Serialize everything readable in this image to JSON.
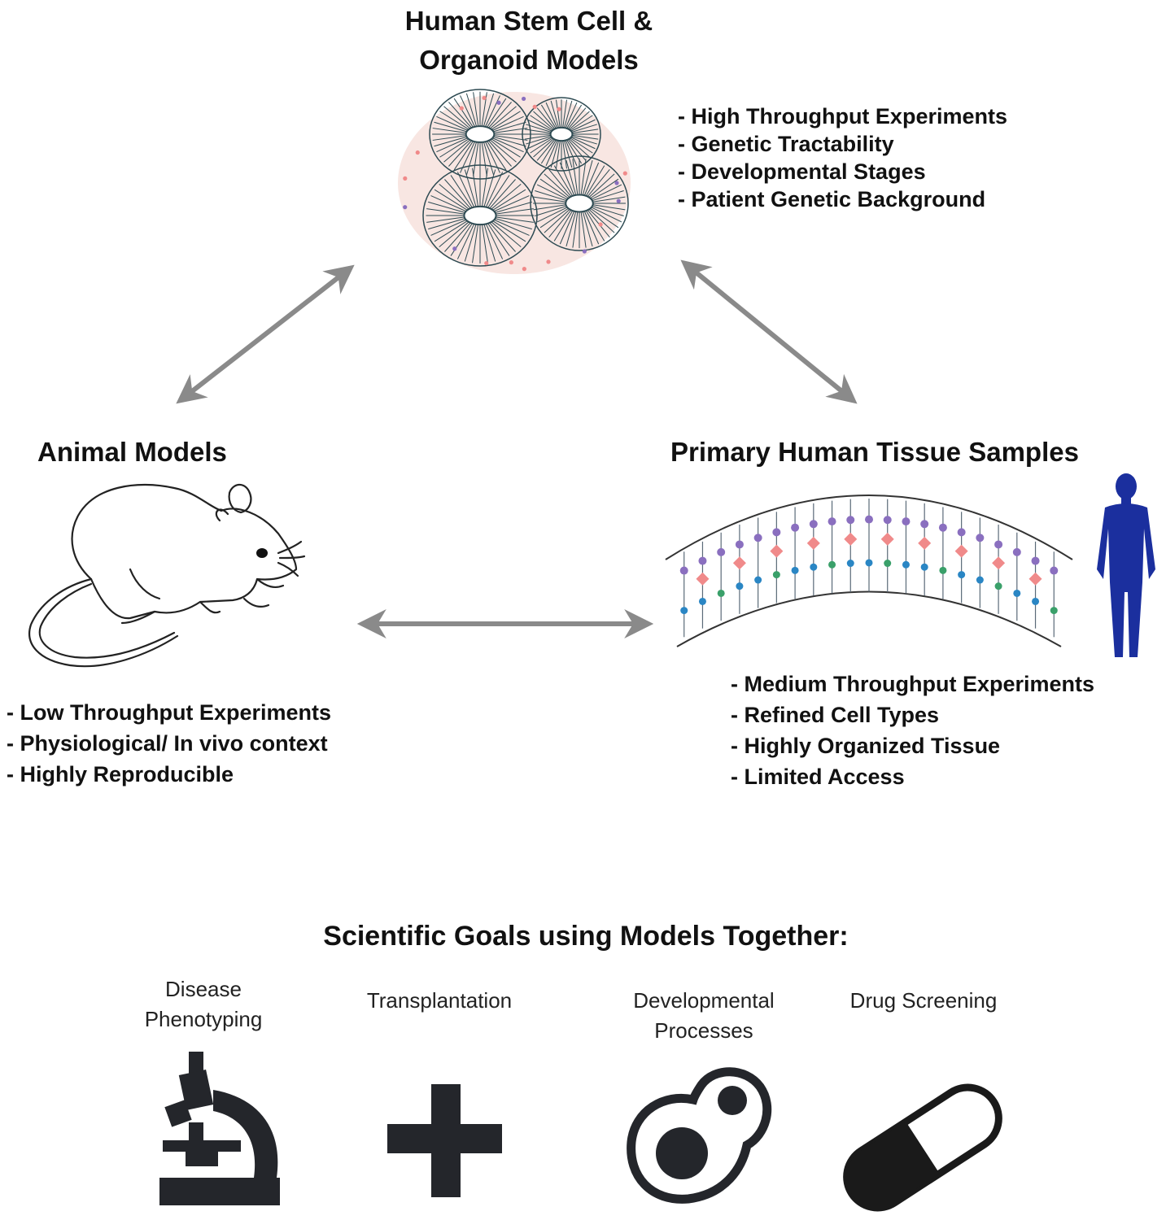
{
  "organoid": {
    "title_line1": "Human Stem Cell &",
    "title_line2": "Organoid Models",
    "bullets": [
      "High Throughput Experiments",
      "Genetic Tractability",
      "Developmental Stages",
      "Patient Genetic Background"
    ]
  },
  "animal": {
    "title": "Animal Models",
    "bullets": [
      "Low Throughput Experiments",
      "Physiological/ In vivo context",
      "Highly Reproducible"
    ]
  },
  "primary": {
    "title": "Primary Human Tissue Samples",
    "bullets": [
      "Medium Throughput Experiments",
      "Refined Cell Types",
      "Highly Organized Tissue",
      "Limited Access"
    ]
  },
  "goals": {
    "heading": "Scientific Goals using Models Together:",
    "items": [
      {
        "line1": "Disease",
        "line2": "Phenotyping",
        "icon": "microscope-icon"
      },
      {
        "line1": "Transplantation",
        "line2": "",
        "icon": "plus-icon"
      },
      {
        "line1": "Developmental",
        "line2": "Processes",
        "icon": "dividing-cell-icon"
      },
      {
        "line1": "Drug Screening",
        "line2": "",
        "icon": "capsule-icon"
      }
    ]
  },
  "colors": {
    "arrow": "#8a8a8a",
    "human_silhouette": "#1b2f9e",
    "icon": "#24262b",
    "neuron_pink": "#f08a8a",
    "neuron_purple": "#8a6fbf",
    "neuron_blue": "#2a86c4",
    "organoid_stroke": "#2d4a52"
  }
}
